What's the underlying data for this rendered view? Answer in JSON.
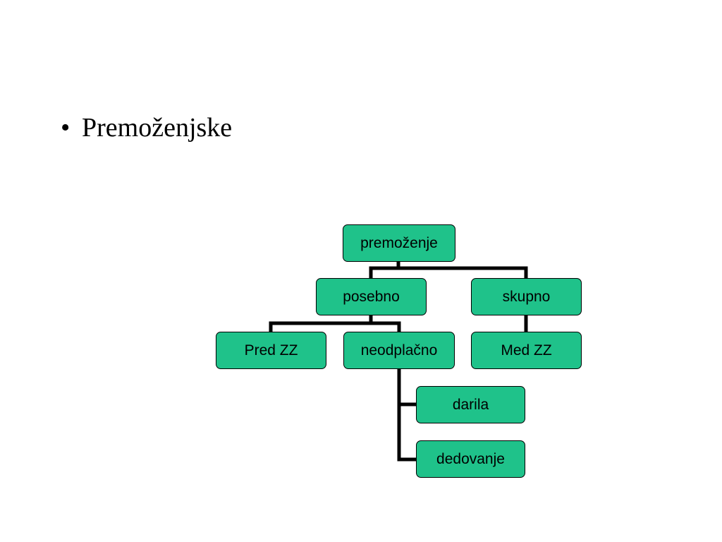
{
  "slide": {
    "bullet_marker": "•",
    "bullet_text": "Premoženjske"
  },
  "diagram": {
    "node_color": "#1fc28a",
    "line_color": "#000000",
    "nodes": {
      "root": "premoženje",
      "posebno": "posebno",
      "skupno": "skupno",
      "pred_zz": "Pred ZZ",
      "neodplacno": "neodplačno",
      "med_zz": "Med ZZ",
      "darila": "darila",
      "dedovanje": "dedovanje"
    }
  }
}
